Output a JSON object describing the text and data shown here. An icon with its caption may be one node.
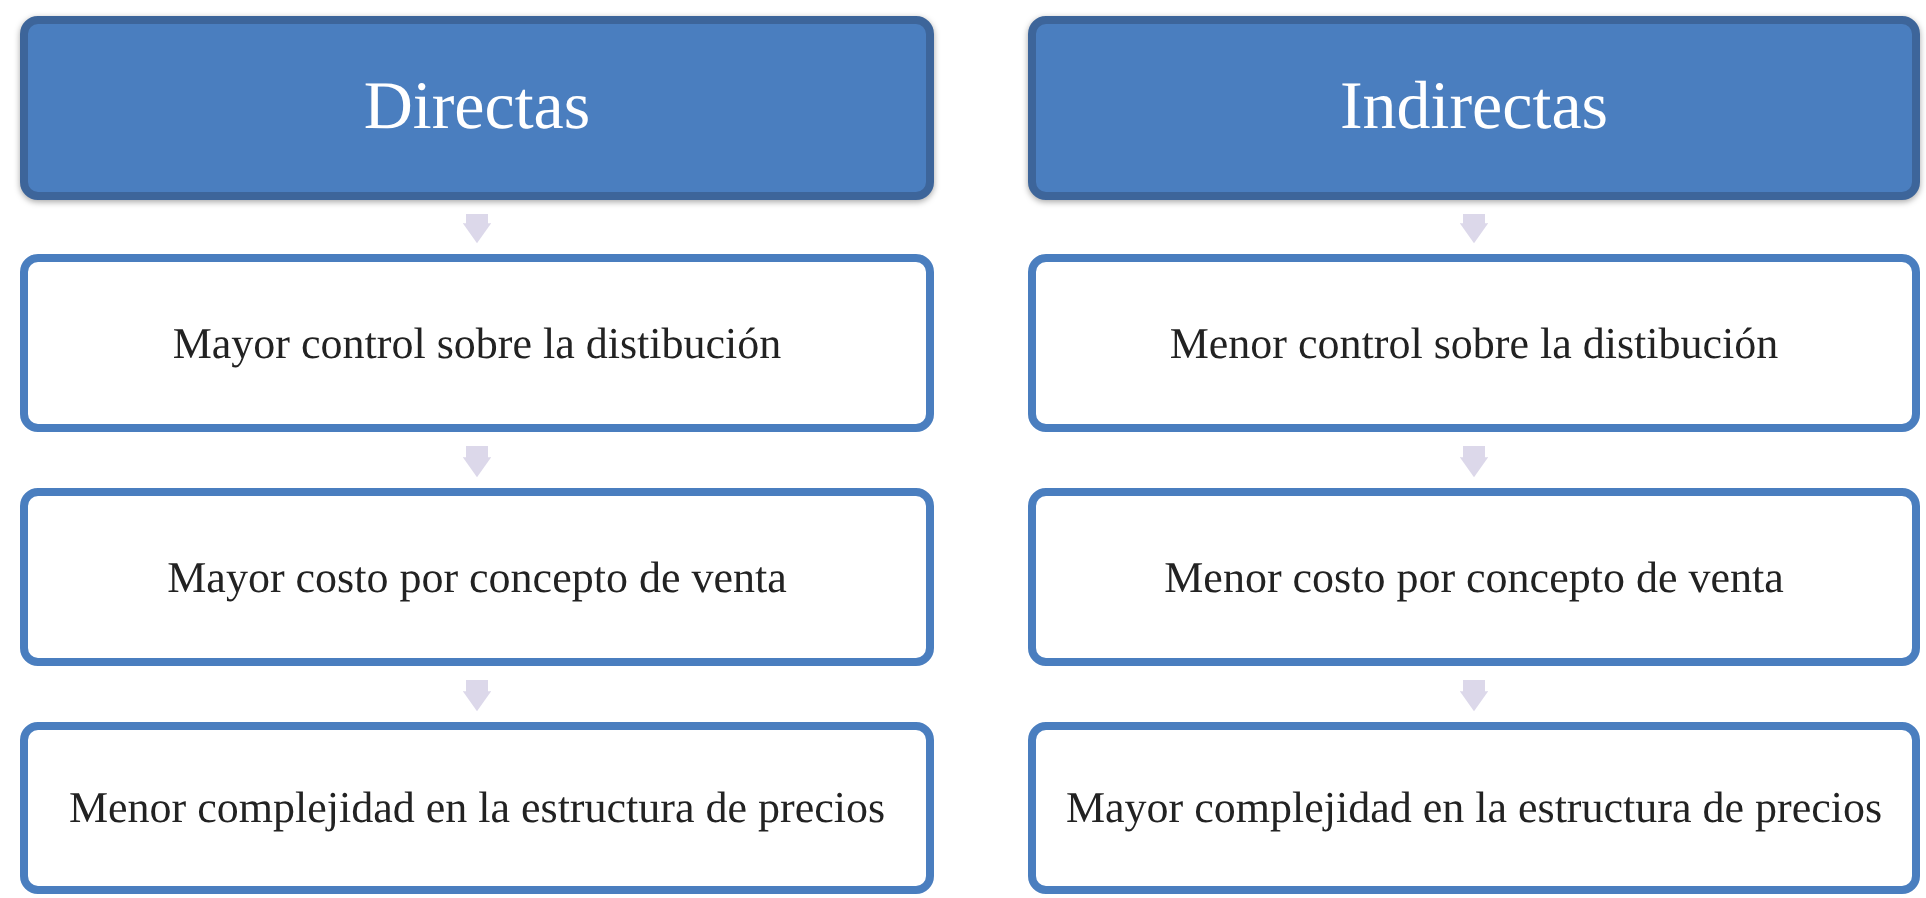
{
  "diagram": {
    "nodes": [
      {
        "text": [
          "Directas"
        ]
      },
      {
        "text": [
          "Mayor control sobre la distibución"
        ]
      },
      {
        "text": [
          "Mayor costo por concepto de venta"
        ]
      },
      {
        "text": [
          "Menor complejidad en la estructura de precios"
        ]
      },
      {
        "text": [
          "Indirectas"
        ]
      },
      {
        "text": [
          "Menor control sobre la distibución"
        ]
      },
      {
        "text": [
          "Menor costo por concepto de venta"
        ]
      },
      {
        "text": [
          "Mayor complejidad en la estructura de precios"
        ]
      }
    ],
    "edges": [
      {
        "from": 0,
        "to": 1,
        "arrow": "to"
      },
      {
        "from": 1,
        "to": 2,
        "arrow": "to"
      },
      {
        "from": 2,
        "to": 3,
        "arrow": "to"
      },
      {
        "from": 4,
        "to": 5,
        "arrow": "to"
      },
      {
        "from": 5,
        "to": 6,
        "arrow": "to"
      },
      {
        "from": 6,
        "to": 7,
        "arrow": "to"
      }
    ]
  }
}
